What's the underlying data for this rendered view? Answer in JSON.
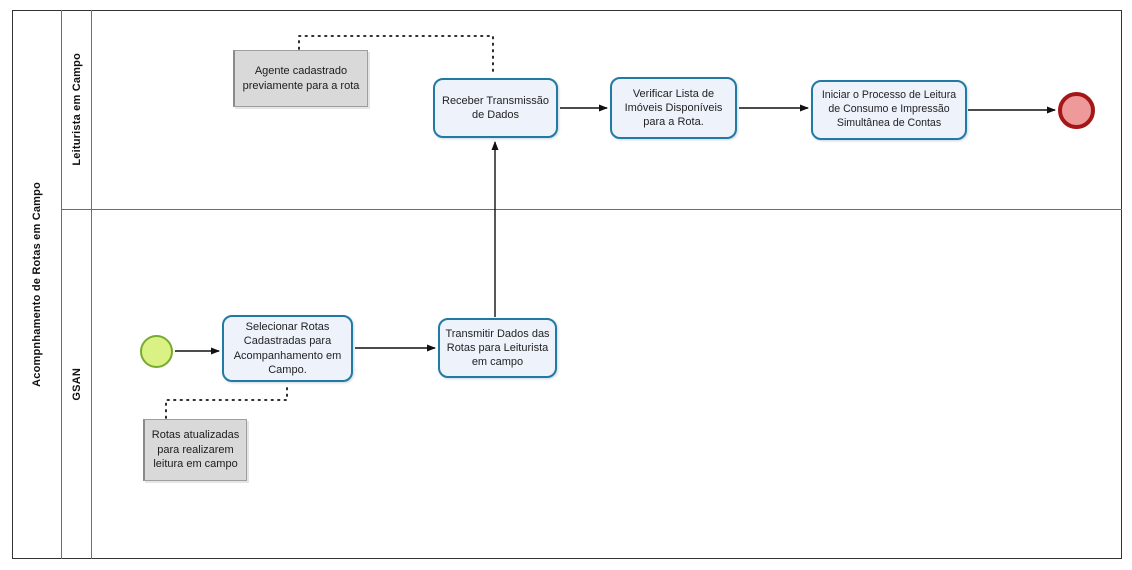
{
  "pool": {
    "title": "Acompnhamento de Rotas em Campo"
  },
  "lanes": [
    {
      "title": "Leiturista em Campo"
    },
    {
      "title": "GSAN"
    }
  ],
  "nodes": {
    "receber": {
      "label": "Receber Transmissão de Dados"
    },
    "verificar": {
      "label": "Verificar Lista de Imóveis Disponíveis para a Rota."
    },
    "iniciar": {
      "label": "Iniciar o Processo de Leitura de Consumo e Impressão Simultânea de Contas"
    },
    "selecionar": {
      "label": "Selecionar Rotas Cadastradas para Acompanhamento em Campo."
    },
    "transmitir": {
      "label": "Transmitir Dados das Rotas para Leiturista em campo"
    }
  },
  "annotations": {
    "agente": {
      "text": "Agente cadastrado previamente para a rota"
    },
    "rotas": {
      "text": "Rotas atualizadas para realizarem leitura em campo"
    }
  },
  "events": {
    "start": {
      "type": "start-event"
    },
    "end": {
      "type": "end-event"
    }
  },
  "colors": {
    "task_border": "#2279a4",
    "task_fill": "#edf2fb",
    "annotation_fill": "#d9d9d9",
    "start_fill": "#d9f283",
    "start_border": "#77aa30",
    "end_fill": "#ef9a9a",
    "end_border": "#a61616",
    "line": "#111111",
    "frame": "#333333"
  }
}
